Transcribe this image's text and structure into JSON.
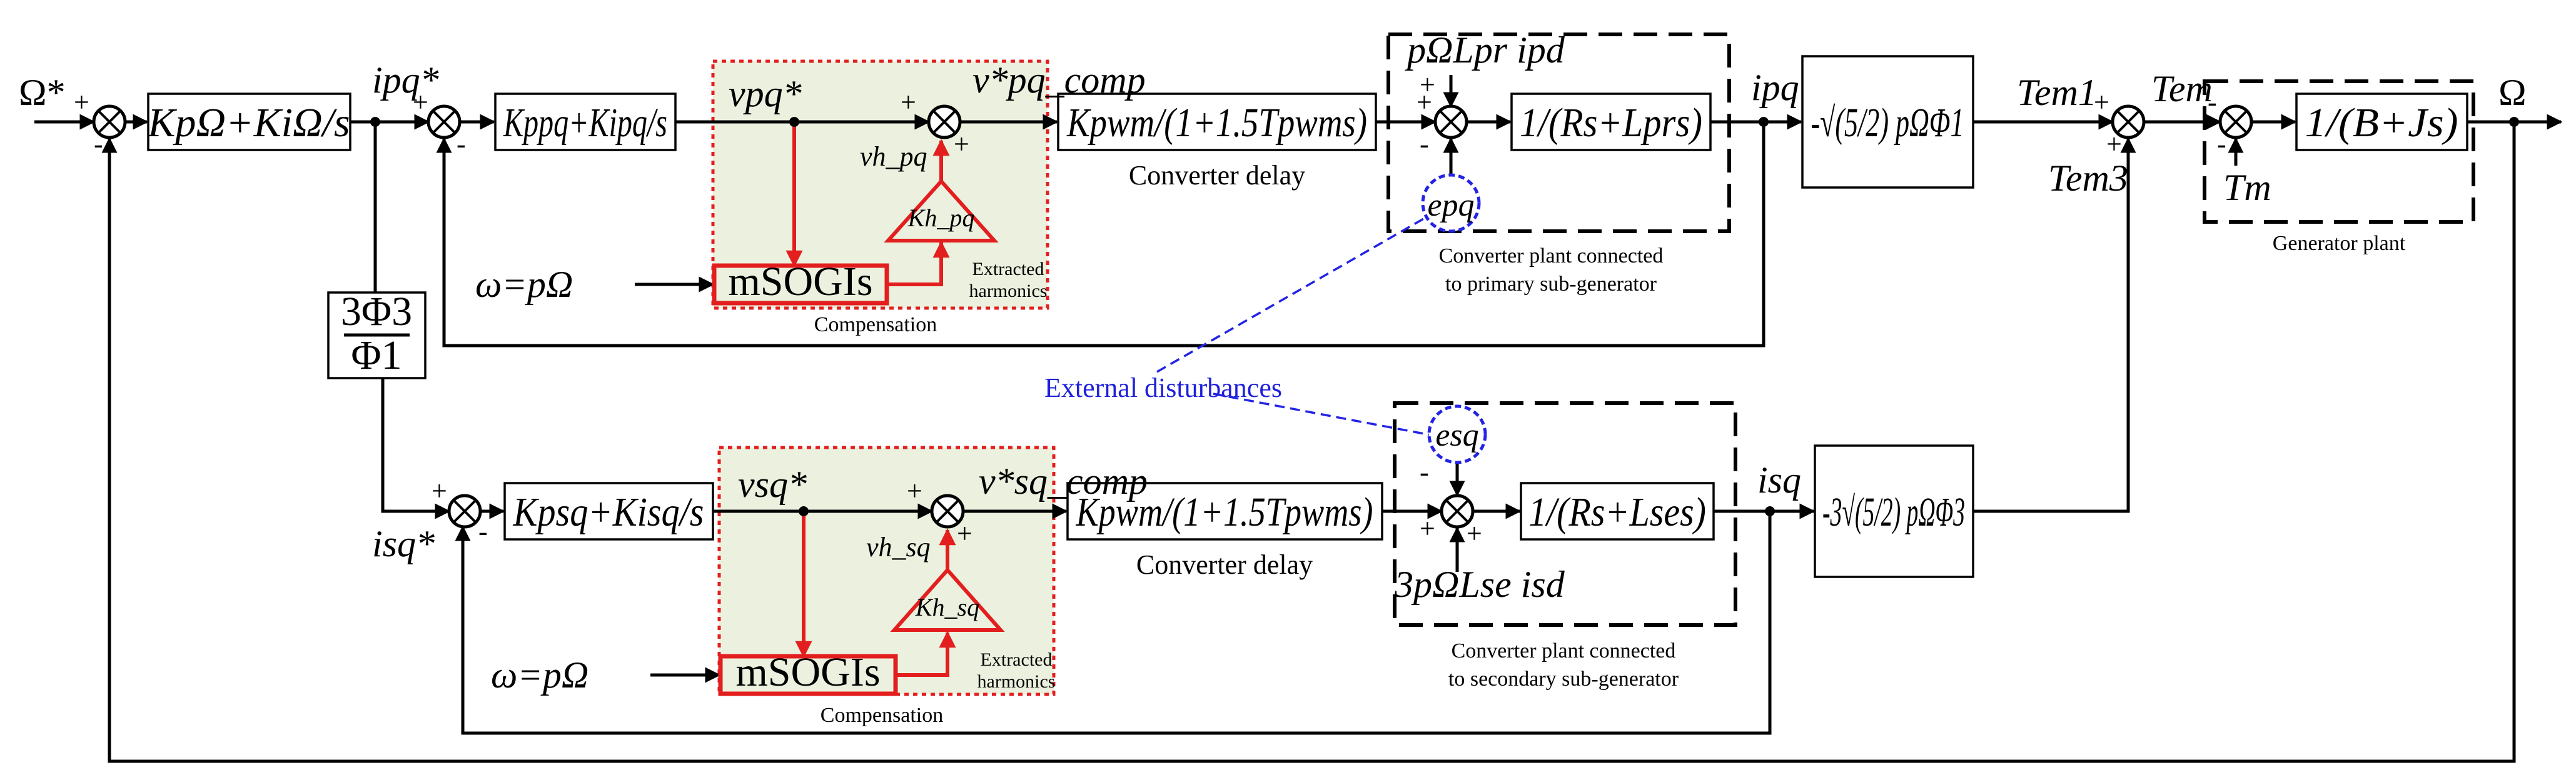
{
  "diagram": {
    "signals": {
      "speed_ref": "Ω*",
      "speed_out": "Ω",
      "ipq_ref": "ipq*",
      "isq_ref": "isq*",
      "vpq_ref": "vpq*",
      "vsq_ref": "vsq*",
      "vpq_comp": "v*pq_comp",
      "vsq_comp": "v*sq_comp",
      "vh_pq": "vh_pq",
      "vh_sq": "vh_sq",
      "omega_eq_1": "ω=pΩ",
      "omega_eq_2": "ω=pΩ",
      "ipq": "ipq",
      "isq": "isq",
      "tem1": "Tem1",
      "tem3": "Tem3",
      "tem": "Tem",
      "tm": "Tm",
      "epq": "epq",
      "esq": "esq",
      "coupling_p": "pΩLpr ipd",
      "coupling_s": "3pΩLse isd"
    },
    "blocks": {
      "speed_pi": "KpΩ+KiΩ/s",
      "ipq_pi": "Kppq+Kipq/s",
      "isq_pi": "Kpsq+Kisq/s",
      "converter_p": "Kpwm/(1+1.5Tpwms)",
      "converter_s": "Kpwm/(1+1.5Tpwms)",
      "plant_p": "1/(Rs+Lprs)",
      "plant_s": "1/(Rs+Lses)",
      "gain_p": "-√(5/2) pΩΦ1",
      "gain_s": "-3√(5/2) pΩΦ3",
      "gen_plant": "1/(B+Js)",
      "ratio_num": "3Φ3",
      "ratio_den": "Φ1",
      "msogi_p": "mSOGIs",
      "msogi_s": "mSOGIs",
      "kh_pq": "Kh_pq",
      "kh_sq": "Kh_sq"
    },
    "captions": {
      "converter_delay_p": "Converter delay",
      "converter_delay_s": "Converter delay",
      "plant_p_1": "Converter plant connected",
      "plant_p_2": "to primary sub-generator",
      "plant_s_1": "Converter plant connected",
      "plant_s_2": "to secondary sub-generator",
      "generator_plant": "Generator plant",
      "compensation_p": "Compensation",
      "compensation_s": "Compensation",
      "extracted_p_1": "Extracted",
      "extracted_p_2": "harmonics",
      "extracted_s_1": "Extracted",
      "extracted_s_2": "harmonics",
      "external_disturbances": "External disturbances"
    },
    "colors": {
      "compensation_fill": "#ebf1de",
      "compensation_stroke": "#e31e1e",
      "disturbance_blue": "#2323e6"
    }
  }
}
